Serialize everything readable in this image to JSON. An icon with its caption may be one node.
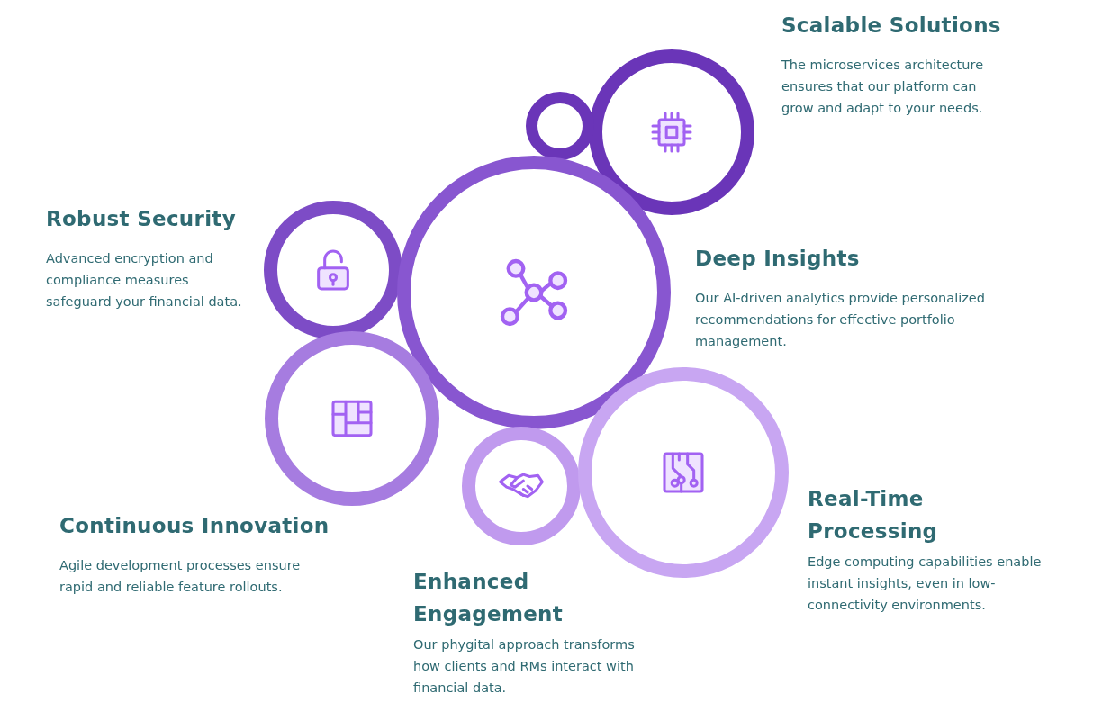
{
  "diagram": {
    "nodes": [
      {
        "text": [
          "Scalable Solutions",
          "The microservices architecture ensures that our platform can grow and adapt to your needs."
        ]
      },
      {
        "text": [],
        "shape": "circle"
      },
      {
        "text": [
          "Robust Security",
          "Advanced encryption and compliance measures safeguard your financial data."
        ]
      },
      {
        "text": [
          "Deep Insights",
          "Our AI-driven analytics provide personalized recommendations for effective portfolio management."
        ]
      },
      {
        "text": [
          "Continuous Innovation",
          "Agile development processes ensure rapid and reliable feature rollouts."
        ]
      },
      {
        "text": [
          "Enhanced Engagement",
          "Our phygital approach transforms how clients and RMs interact with financial data."
        ]
      },
      {
        "text": [
          "Real-Time Processing",
          "Edge computing capabilities enable instant insights, even in low-connectivity environments."
        ]
      }
    ],
    "edges": []
  }
}
